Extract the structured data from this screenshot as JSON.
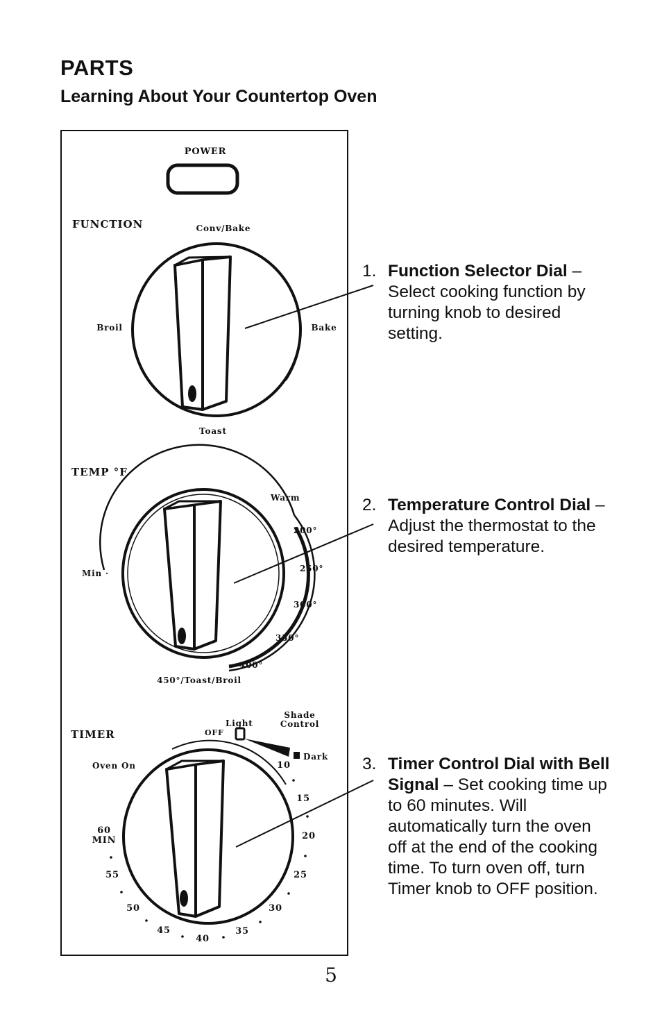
{
  "header": {
    "title": "PARTS",
    "subtitle": "Learning About Your Countertop Oven"
  },
  "panel": {
    "power_label": "POWER",
    "function": {
      "section_label": "FUNCTION",
      "top_label": "Conv/Bake",
      "left_label": "Broil",
      "right_label": "Bake",
      "bottom_label": "Toast"
    },
    "temp": {
      "section_label": "TEMP °F",
      "min_label": "Min ·",
      "warm_label": "Warm",
      "t200": "200°",
      "t250": "250°",
      "t300": "300°",
      "t350": "350°",
      "t400": "400°",
      "t450": "450°/Toast/Broil"
    },
    "timer": {
      "section_label": "TIMER",
      "oven_on_label": "Oven On",
      "off_label": "OFF",
      "light_label": "Light",
      "shade_label_1": "Shade",
      "shade_label_2": "Control",
      "dark_label": "Dark",
      "min60_1": "60",
      "min60_2": "MIN",
      "marks": [
        "10",
        "15",
        "20",
        "25",
        "30",
        "35",
        "40",
        "45",
        "50",
        "55"
      ]
    }
  },
  "callouts": [
    {
      "number": "1.",
      "title": "Function Selector Dial",
      "text": " – Select cooking function by turning knob to desired setting."
    },
    {
      "number": "2.",
      "title": "Temperature Control Dial",
      "text": " – Adjust the thermostat to the desired temperature."
    },
    {
      "number": "3.",
      "title": "Timer Control Dial with Bell Signal",
      "text": " – Set cooking time up to 60 minutes. Will automatically turn the oven off at the end of the cooking time. To turn oven off, turn Timer knob to OFF position."
    }
  ],
  "page_number": "5"
}
